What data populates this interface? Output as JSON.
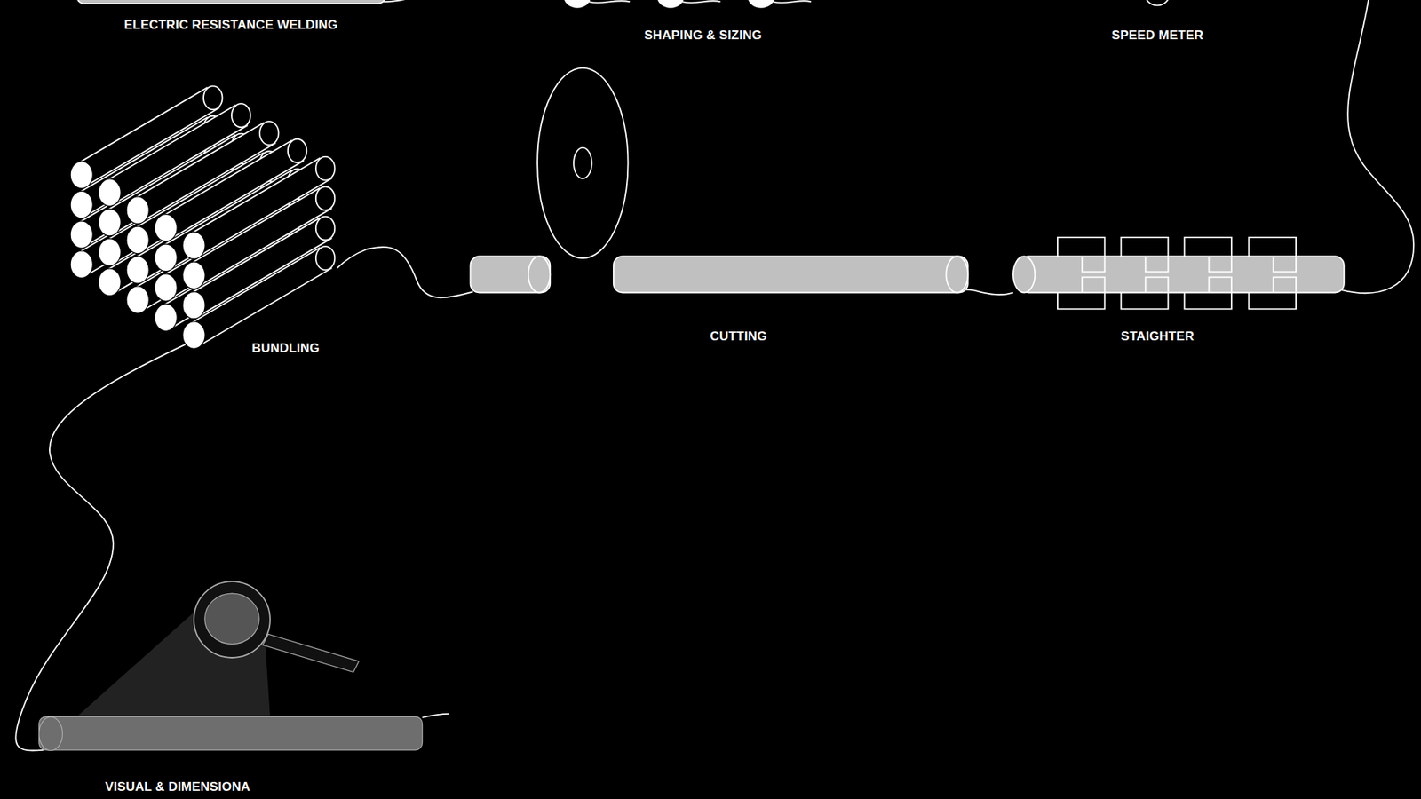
{
  "diagram": {
    "labels": [
      "ELECTRIC RESISTANCE WELDING",
      "SHAPING & SIZING",
      "SPEED METER",
      "BUNDLING",
      "CUTTING",
      "STAIGHTER",
      "VISUAL & DIMENSIONA"
    ]
  }
}
